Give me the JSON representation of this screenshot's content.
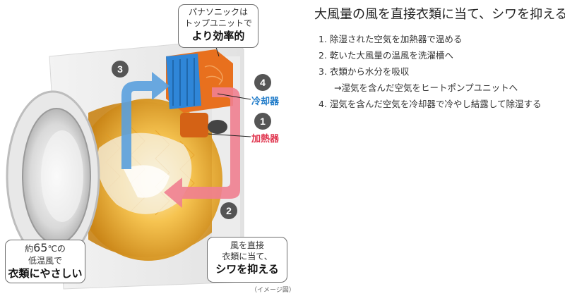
{
  "callouts": {
    "top": {
      "line1": "パナソニックは",
      "line2": "トップユニットで",
      "emphasis": "より効率的"
    },
    "bottom_left": {
      "prefix": "約",
      "temperature": "65",
      "unit": "℃の",
      "line2": "低温風で",
      "emphasis": "衣類にやさしい"
    },
    "bottom_right": {
      "line1": "風を直接",
      "line2": "衣類に当て、",
      "emphasis": "シワを抑える"
    }
  },
  "badges": {
    "b1": "1",
    "b2": "2",
    "b3": "3",
    "b4": "4"
  },
  "labels": {
    "cooler": "冷却器",
    "heater": "加熱器"
  },
  "caption": "（イメージ図）",
  "heading": "大風量の風を直接衣類に当て、シワを抑える",
  "steps": [
    "1. 除湿された空気を加熱器で温める",
    "2. 乾いた大風量の温風を洗濯槽へ",
    "3. 衣類から水分を吸収",
    "→湿気を含んだ空気をヒートポンプユニットへ",
    "4. 湿気を含んだ空気を冷却器で冷やし結露して除湿する"
  ],
  "colors": {
    "cool_arrow": "#5aa0de",
    "warm_arrow": "#ef8090",
    "badge": "#555555",
    "drum": "#f2b23a",
    "unit_blue": "#2f86d8",
    "unit_orange": "#e8701e"
  }
}
